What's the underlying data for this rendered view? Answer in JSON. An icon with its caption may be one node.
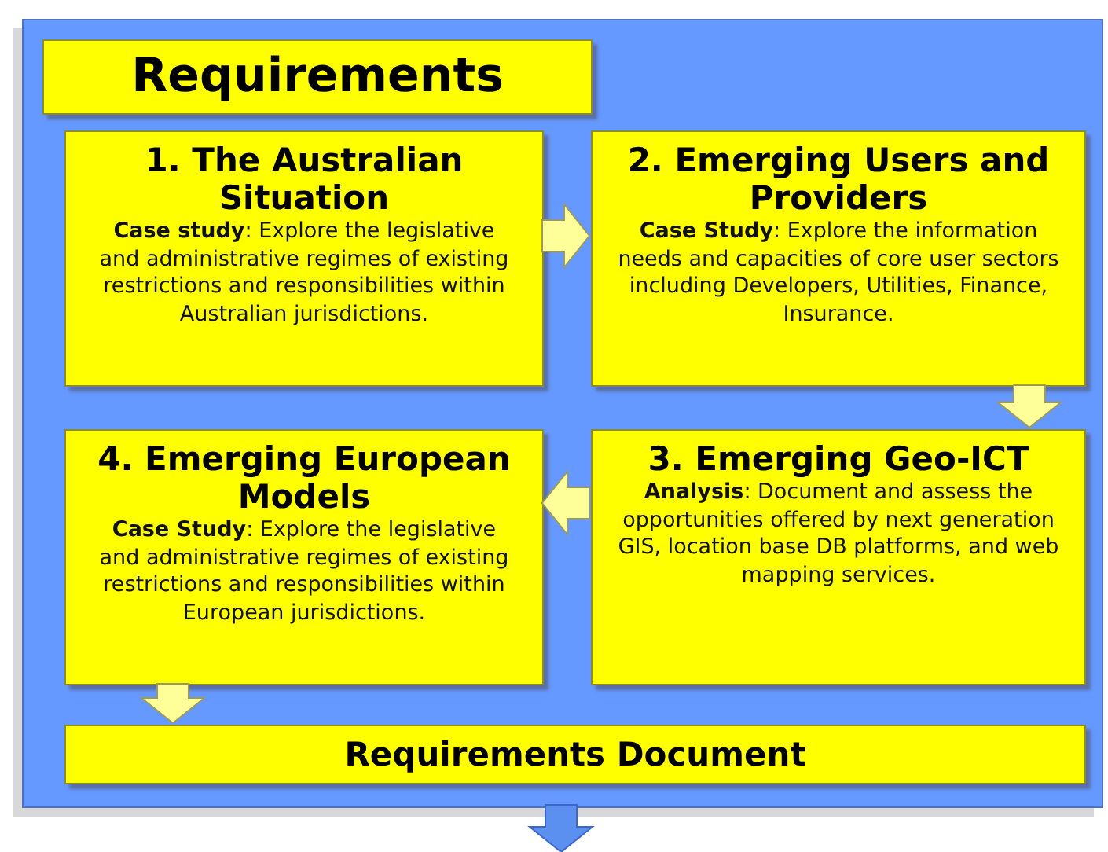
{
  "diagram": {
    "nodes": [
      {
        "text": [],
        "shape": "box"
      },
      {
        "text": [
          "Requirements"
        ],
        "in": 0
      },
      {
        "text": [
          "1. The Australian Situation",
          "**Case study**: Explore the legislative and administrative regimes of existing restrictions and responsibilities within Australian jurisdictions."
        ],
        "in": 0
      },
      {
        "text": [
          "2. Emerging Users and Providers",
          "**Case Study**: Explore the information needs and capacities of core user sectors including Developers, Utilities, Finance, Insurance."
        ],
        "in": 0
      },
      {
        "text": [
          "4. Emerging European Models",
          "**Case Study**: Explore the legislative and administrative regimes of existing restrictions and responsibilities within European jurisdictions."
        ],
        "in": 0
      },
      {
        "text": [
          "3. Emerging Geo-ICT",
          "**Analysis**: Document and assess the opportunities offered by next generation GIS, location base DB platforms, and web mapping services."
        ],
        "in": 0
      },
      {
        "text": [
          "Requirements Document"
        ],
        "in": 0
      }
    ],
    "edges": [
      {
        "from": 2,
        "to": 3,
        "arrow": "to"
      },
      {
        "from": 3,
        "to": 5,
        "arrow": "to"
      },
      {
        "from": 5,
        "to": 4,
        "arrow": "to"
      },
      {
        "from": 4,
        "to": 6,
        "arrow": "to"
      },
      {
        "from": 0,
        "to": null,
        "arrow": "to",
        "color": "#5b8ff0"
      }
    ]
  }
}
